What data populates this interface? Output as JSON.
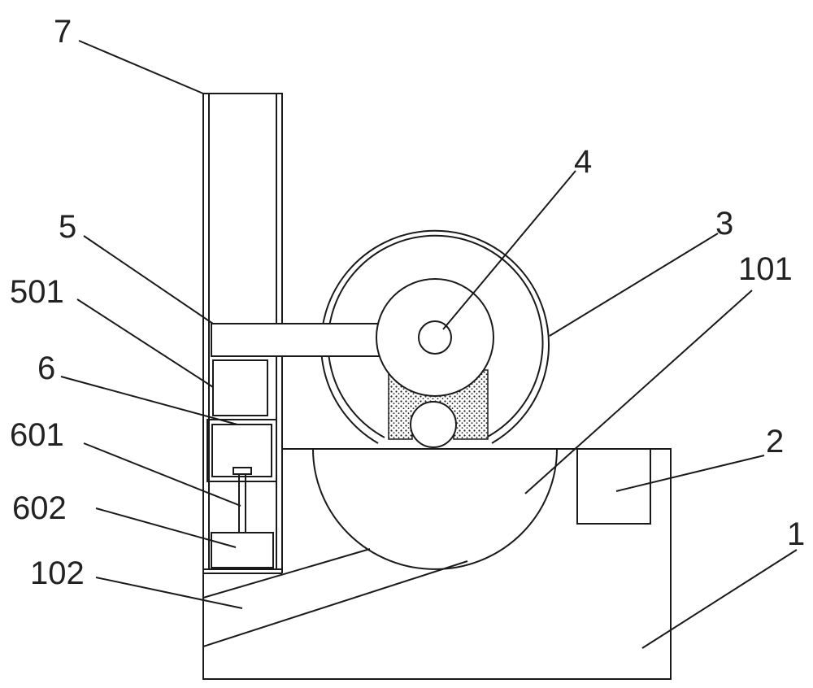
{
  "diagram": {
    "labels": {
      "l7": "7",
      "l4": "4",
      "l3": "3",
      "l5": "5",
      "l101": "101",
      "l501": "501",
      "l6": "6",
      "l601": "601",
      "l2": "2",
      "l602": "602",
      "l1": "1",
      "l102": "102"
    }
  }
}
